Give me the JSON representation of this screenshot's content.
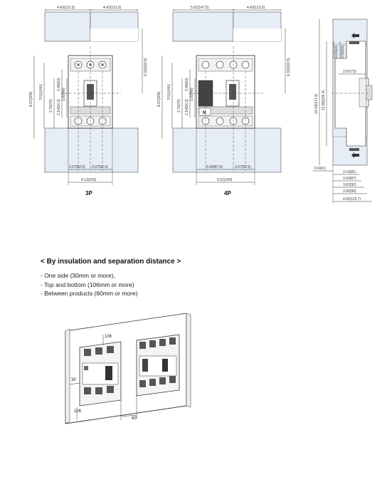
{
  "diagram_3p": {
    "label": "3P",
    "dim_top_left": "4.43(112.5)",
    "dim_top_right": "4.43(112.5)",
    "dim_right_vertical": "6.32(160.5)",
    "dim_left_outer": "8.07(205)",
    "dim_left_mid": "5.51(140)",
    "dim_left_inner": "2.76(70)",
    "dim_inner_a": "2.48(63)",
    "dim_inner_b": "1.89(48)",
    "dim_inner_c": "2.14(54.3)",
    "dim_bottom_left": "2.07(52.5)",
    "dim_bottom_right": "2.07(52.5)",
    "dim_bottom_total": "4.13(105)"
  },
  "diagram_4p": {
    "label": "4P",
    "dim_top_left": "5.81(147.5)",
    "dim_top_right": "4.43(112.5)",
    "dim_right_vertical": "6.32(160.5)",
    "dim_left_outer": "8.07(205)",
    "dim_left_mid": "5.51(140)",
    "dim_left_inner": "2.76(70)",
    "dim_inner_a": "2.48(63)",
    "dim_inner_b": "1.89(48)",
    "dim_inner_c": "2.14(54.3)",
    "neutral_mark": "N",
    "dim_bottom_left": "3.44(87.5)",
    "dim_bottom_right": "2.07(52.5)",
    "dim_bottom_total": "5.51(140)"
  },
  "side_view": {
    "dim_v1": "0.63(16)",
    "dim_v2": "0.59(15)",
    "dim_v3": "14.63(371.4)",
    "dim_v4": "12.85(326.4)",
    "dim_h1": "2.87(73)",
    "dim_h2": "0.04(1)",
    "dim_h3": "3.19(81)",
    "dim_h4": "3.43(87)",
    "dim_h5": "3.62(92)",
    "dim_h6": "3.90(99)",
    "dim_h7": "4.56(115.7)"
  },
  "insulation": {
    "title": "< By insulation and separation distance >",
    "items": [
      "- One side (30mm or more),",
      "- Top and bottom (106mm or more)",
      "- Between products (60mm or more)"
    ]
  },
  "illustration": {
    "dim_top": "106",
    "dim_side": "30",
    "dim_bottom": "106",
    "dim_between": "60"
  },
  "colors": {
    "blue_panel": "#e6edf7",
    "line": "#222222"
  }
}
